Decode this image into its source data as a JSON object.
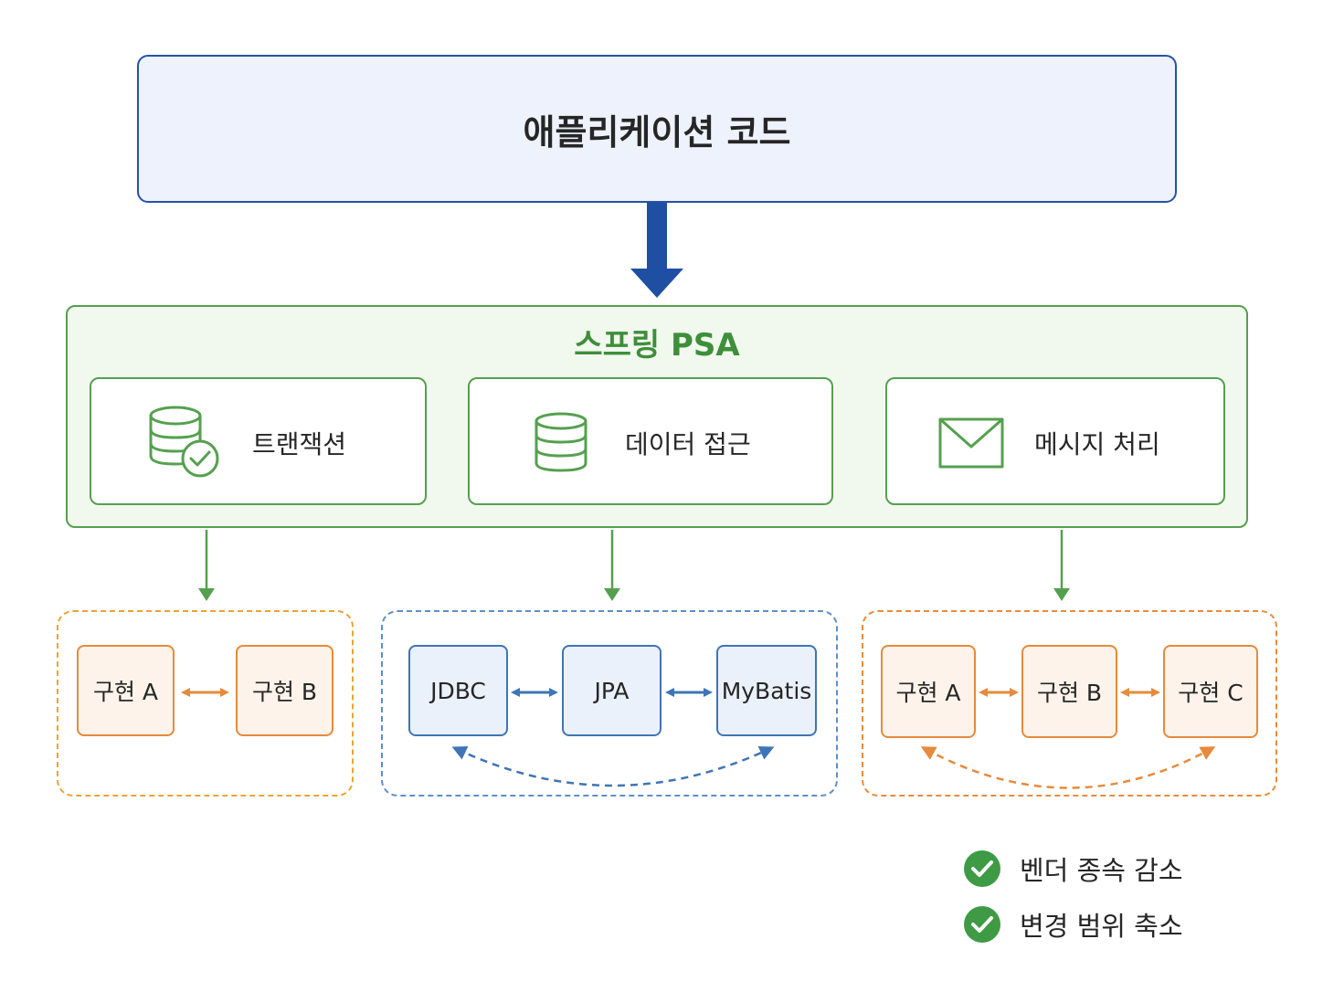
{
  "app": {
    "label": "애플리케이션 코드"
  },
  "psa": {
    "title": "스프링 PSA",
    "modules": [
      {
        "label": "트랜잭션",
        "icon": "database-check-icon"
      },
      {
        "label": "데이터 접근",
        "icon": "database-icon"
      },
      {
        "label": "메시지 처리",
        "icon": "envelope-icon"
      }
    ]
  },
  "groups": [
    {
      "items": [
        "구현 A",
        "구현 B"
      ]
    },
    {
      "items": [
        "JDBC",
        "JPA",
        "MyBatis"
      ]
    },
    {
      "items": [
        "구현 A",
        "구현 B",
        "구현 C"
      ]
    }
  ],
  "benefits": [
    "벤더 종속 감소",
    "변경 범위 축소"
  ],
  "colors": {
    "app_border": "#2453a5",
    "psa_green": "#55a04f",
    "impl_orange": "#e68a3b",
    "impl_blue": "#3f75b6",
    "check_green": "#3f9a45"
  }
}
